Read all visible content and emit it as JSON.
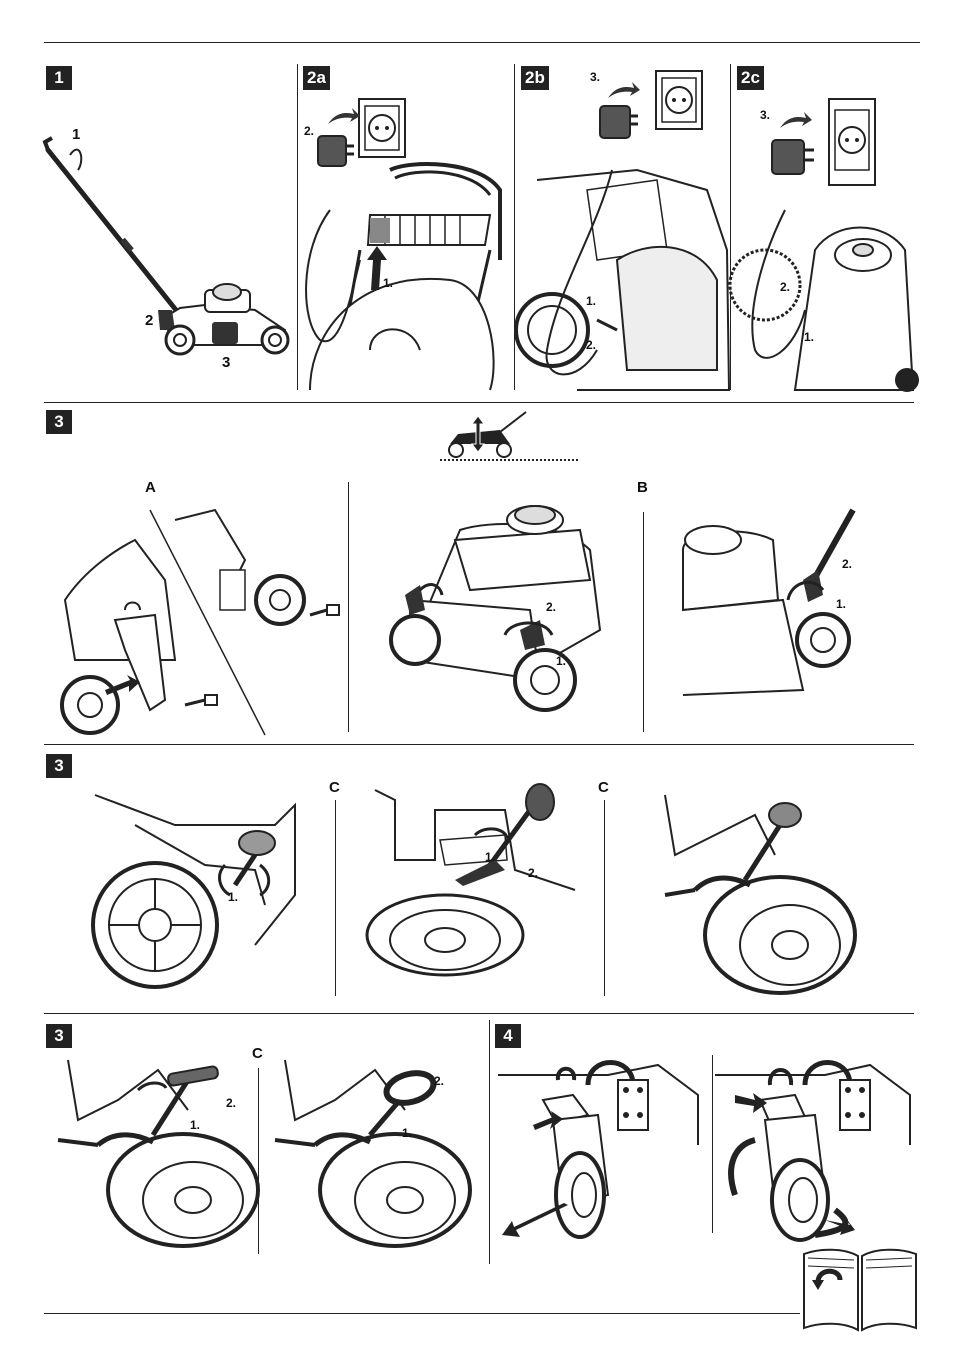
{
  "sections": {
    "s1": "1",
    "s2a": "2a",
    "s2b": "2b",
    "s2c": "2c",
    "s3a": "3",
    "s3b": "3",
    "s3c": "3",
    "s4": "4"
  },
  "labels": {
    "l1_1": "1",
    "l1_2": "2",
    "l1_3": "3",
    "A": "A",
    "B": "B",
    "C1": "C",
    "C2": "C",
    "C3": "C",
    "p2a_step2": "2.",
    "p2a_step1": "1.",
    "p2b_step3": "3.",
    "p2b_step1": "1.",
    "p2b_step2": "2.",
    "p2c_step3": "3.",
    "p2c_step2": "2.",
    "p2c_step1": "1.",
    "p3a_mid_2": "2.",
    "p3a_mid_1": "1.",
    "p3a_b_2": "2.",
    "p3a_b_1": "1.",
    "p3b_l_1": "1.",
    "p3b_m_1": "1.",
    "p3b_m_2": "2.",
    "p3c_l_2": "2.",
    "p3c_l_1": "1.",
    "p3c_r_2": "2.",
    "p3c_r_1": "1."
  },
  "icons": [
    "mower-height-icon",
    "book-return-icon",
    "wall-socket-icon",
    "charger-icon"
  ]
}
